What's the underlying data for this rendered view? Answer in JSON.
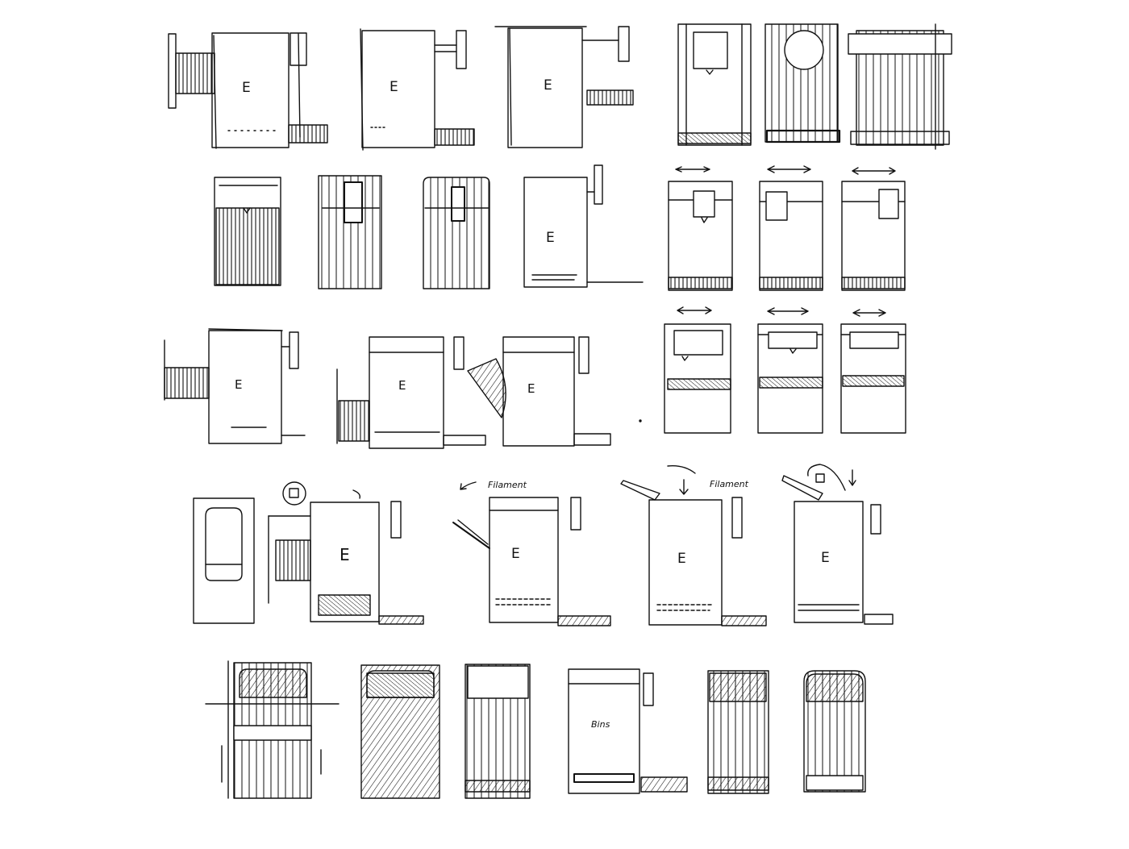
{
  "sheet": {
    "background": "#ffffff",
    "ink": "#111111",
    "sketch_label_letter": "E",
    "handwritten_notes": [
      "Filament",
      "Filament",
      "Bins"
    ]
  }
}
